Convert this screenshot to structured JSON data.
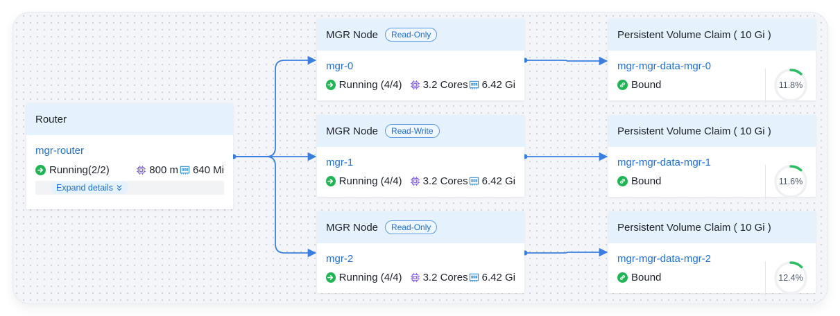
{
  "router": {
    "title": "Router",
    "name": "mgr-router",
    "status": "Running(2/2)",
    "cpu": "800 m",
    "memory": "640 Mi",
    "expand_label": "Expand details"
  },
  "mgr_nodes": [
    {
      "title": "MGR Node",
      "role": "Read-Only",
      "name": "mgr-0",
      "status": "Running (4/4)",
      "cpu": "3.2 Cores",
      "memory": "6.42 Gi"
    },
    {
      "title": "MGR Node",
      "role": "Read-Write",
      "name": "mgr-1",
      "status": "Running (4/4)",
      "cpu": "3.2 Cores",
      "memory": "6.42 Gi"
    },
    {
      "title": "MGR Node",
      "role": "Read-Only",
      "name": "mgr-2",
      "status": "Running (4/4)",
      "cpu": "3.2 Cores",
      "memory": "6.42 Gi"
    }
  ],
  "pvcs": [
    {
      "title": "Persistent Volume Claim ( 10 Gi )",
      "name": "mgr-mgr-data-mgr-0",
      "status": "Bound",
      "usage": "11.8%",
      "usage_value": 11.8
    },
    {
      "title": "Persistent Volume Claim ( 10 Gi )",
      "name": "mgr-mgr-data-mgr-1",
      "status": "Bound",
      "usage": "11.6%",
      "usage_value": 11.6
    },
    {
      "title": "Persistent Volume Claim ( 10 Gi )",
      "name": "mgr-mgr-data-mgr-2",
      "status": "Bound",
      "usage": "12.4%",
      "usage_value": 12.4
    }
  ],
  "colors": {
    "accent": "#1f70d8",
    "edge": "#3a7fe0",
    "header_bg": "#e5f1fd",
    "running": "#1fb553",
    "gauge": "#2bbd62",
    "cpu_icon": "#7b5ce0",
    "memory_icon": "#2f8fd4"
  },
  "icons": {
    "status": "running-check-icon",
    "cpu": "cpu-chip-icon",
    "memory": "memory-icon",
    "bound": "bound-link-icon",
    "expand": "double-chevron-down-icon"
  }
}
